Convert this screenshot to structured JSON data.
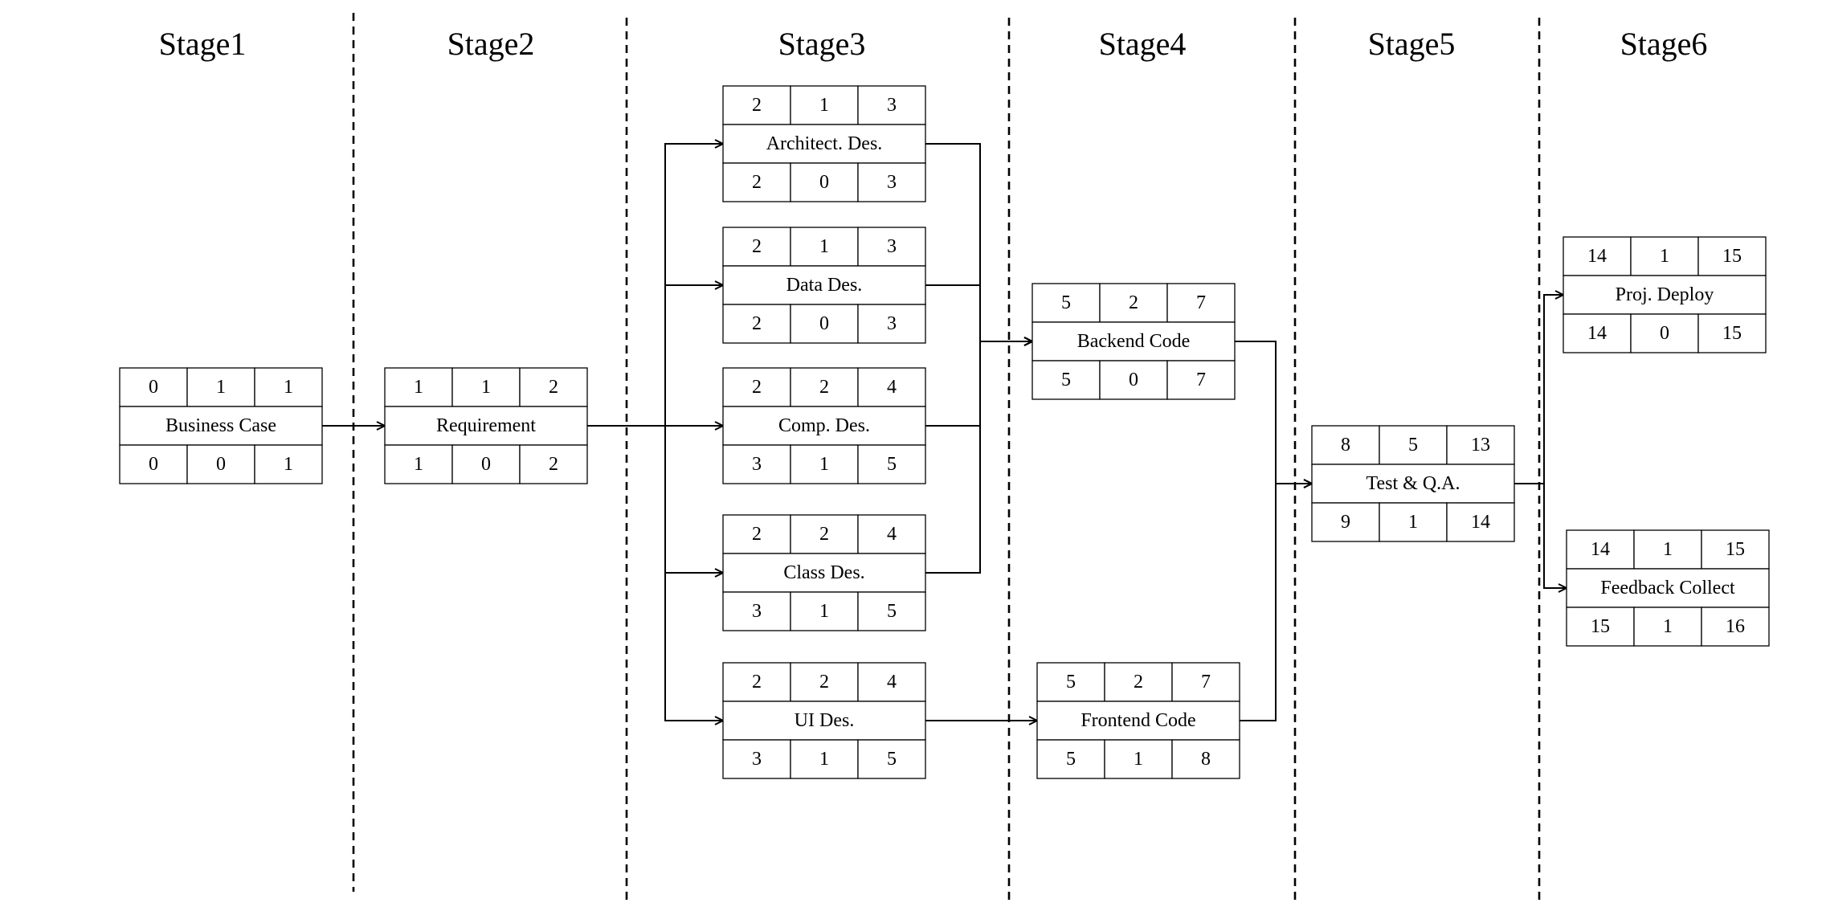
{
  "stages": [
    "Stage1",
    "Stage2",
    "Stage3",
    "Stage4",
    "Stage5",
    "Stage6"
  ],
  "tasks": [
    {
      "id": "business-case",
      "name": "Business Case",
      "top": [
        "0",
        "1",
        "1"
      ],
      "bottom": [
        "0",
        "0",
        "1"
      ]
    },
    {
      "id": "requirement",
      "name": "Requirement",
      "top": [
        "1",
        "1",
        "2"
      ],
      "bottom": [
        "1",
        "0",
        "2"
      ]
    },
    {
      "id": "architect-des",
      "name": "Architect. Des.",
      "top": [
        "2",
        "1",
        "3"
      ],
      "bottom": [
        "2",
        "0",
        "3"
      ]
    },
    {
      "id": "data-des",
      "name": "Data Des.",
      "top": [
        "2",
        "1",
        "3"
      ],
      "bottom": [
        "2",
        "0",
        "3"
      ]
    },
    {
      "id": "comp-des",
      "name": "Comp. Des.",
      "top": [
        "2",
        "2",
        "4"
      ],
      "bottom": [
        "3",
        "1",
        "5"
      ]
    },
    {
      "id": "class-des",
      "name": "Class Des.",
      "top": [
        "2",
        "2",
        "4"
      ],
      "bottom": [
        "3",
        "1",
        "5"
      ]
    },
    {
      "id": "ui-des",
      "name": "UI Des.",
      "top": [
        "2",
        "2",
        "4"
      ],
      "bottom": [
        "3",
        "1",
        "5"
      ]
    },
    {
      "id": "backend-code",
      "name": "Backend Code",
      "top": [
        "5",
        "2",
        "7"
      ],
      "bottom": [
        "5",
        "0",
        "7"
      ]
    },
    {
      "id": "frontend-code",
      "name": "Frontend Code",
      "top": [
        "5",
        "2",
        "7"
      ],
      "bottom": [
        "5",
        "1",
        "8"
      ]
    },
    {
      "id": "test-qa",
      "name": "Test & Q.A.",
      "top": [
        "8",
        "5",
        "13"
      ],
      "bottom": [
        "9",
        "1",
        "14"
      ]
    },
    {
      "id": "proj-deploy",
      "name": "Proj. Deploy",
      "top": [
        "14",
        "1",
        "15"
      ],
      "bottom": [
        "14",
        "0",
        "15"
      ]
    },
    {
      "id": "feedback-collect",
      "name": "Feedback Collect",
      "top": [
        "14",
        "1",
        "15"
      ],
      "bottom": [
        "15",
        "1",
        "16"
      ]
    }
  ],
  "edges": [
    [
      "business-case",
      "requirement"
    ],
    [
      "requirement",
      "architect-des"
    ],
    [
      "requirement",
      "data-des"
    ],
    [
      "requirement",
      "comp-des"
    ],
    [
      "requirement",
      "class-des"
    ],
    [
      "requirement",
      "ui-des"
    ],
    [
      "architect-des",
      "backend-code"
    ],
    [
      "data-des",
      "backend-code"
    ],
    [
      "comp-des",
      "backend-code"
    ],
    [
      "class-des",
      "backend-code"
    ],
    [
      "ui-des",
      "frontend-code"
    ],
    [
      "backend-code",
      "test-qa"
    ],
    [
      "frontend-code",
      "test-qa"
    ],
    [
      "test-qa",
      "proj-deploy"
    ],
    [
      "test-qa",
      "feedback-collect"
    ]
  ]
}
